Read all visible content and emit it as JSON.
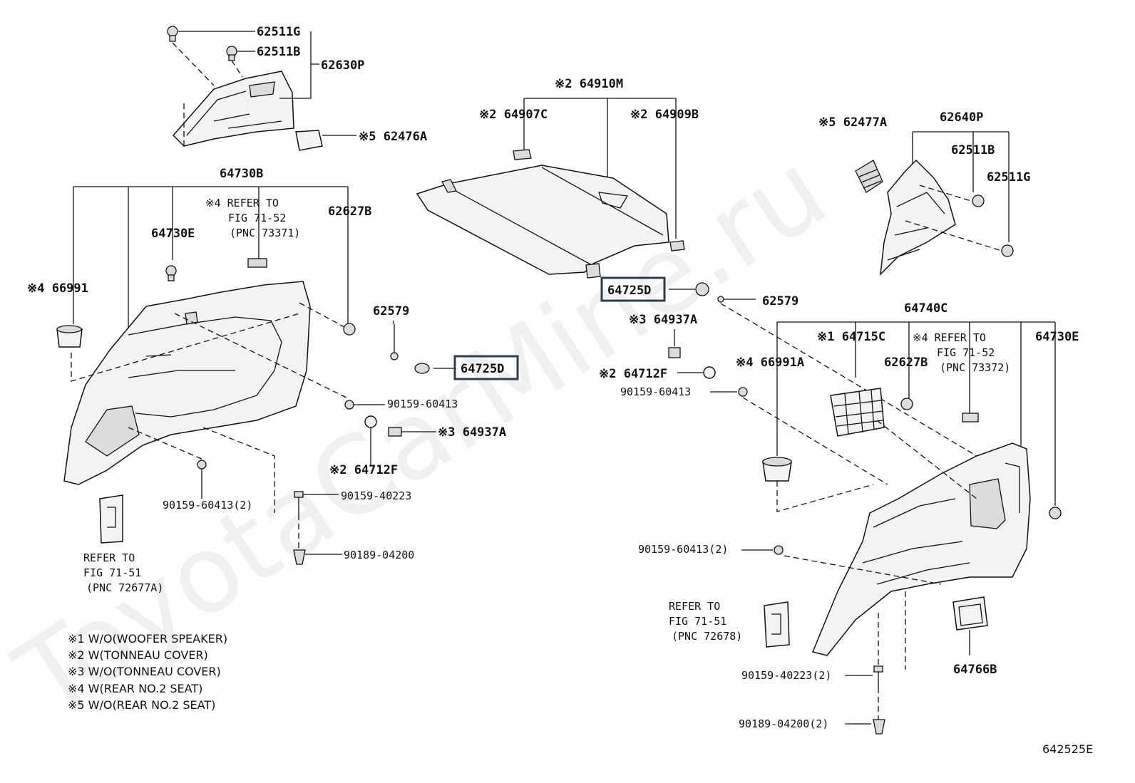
{
  "watermark": "ToyotaCarMine.ru",
  "diagram_code": "642525E",
  "labels": {
    "l_62511G_top": "62511G",
    "l_62511B_top": "62511B",
    "l_62630P": "62630P",
    "l_62476A": "※5 62476A",
    "l_64730B": "64730B",
    "l_ref_top_1": "※4 REFER TO",
    "l_ref_top_2": "FIG 71-52",
    "l_ref_top_3": "(PNC 73371)",
    "l_62627B_left": "62627B",
    "l_64730E_left": "64730E",
    "l_66991": "※4 66991",
    "l_62579_left": "62579",
    "l_64725D_left": "64725D",
    "l_90159_60413_a": "90159-60413",
    "l_64937A_left": "※3 64937A",
    "l_64712F_left": "※2 64712F",
    "l_90159_60413_2_left": "90159-60413(2)",
    "l_90159_40223": "90159-40223",
    "l_90189_04200": "90189-04200",
    "l_ref_left_1": "REFER TO",
    "l_ref_left_2": "FIG 71-51",
    "l_ref_left_3": "(PNC 72677A)",
    "l_64910M": "※2 64910M",
    "l_64907C": "※2 64907C",
    "l_64909B": "※2 64909B",
    "l_64725D_mid": "64725D",
    "l_62579_mid": "62579",
    "l_64937A_mid": "※3 64937A",
    "l_64712F_mid": "※2 64712F",
    "l_90159_60413_mid": "90159-60413",
    "l_62477A": "※5 62477A",
    "l_62640P": "62640P",
    "l_62511B_right": "62511B",
    "l_62511G_right": "62511G",
    "l_64740C": "64740C",
    "l_64715C": "※1 64715C",
    "l_ref_right_1": "※4 REFER TO",
    "l_ref_right_2": "FIG 71-52",
    "l_ref_right_3": "(PNC 73372)",
    "l_64730E_right": "64730E",
    "l_66991A": "※4 66991A",
    "l_62627B_right": "62627B",
    "l_90159_60413_2_right": "90159-60413(2)",
    "l_ref_br_1": "REFER TO",
    "l_ref_br_2": "FIG 71-51",
    "l_ref_br_3": "(PNC 72678)",
    "l_64766B": "64766B",
    "l_90159_40223_2": "90159-40223(2)",
    "l_90189_04200_2": "90189-04200(2)"
  },
  "notes": [
    "※1  W/O(WOOFER SPEAKER)",
    "※2  W(TONNEAU COVER)",
    "※3  W/O(TONNEAU COVER)",
    "※4  W(REAR NO.2 SEAT)",
    "※5  W/O(REAR NO.2 SEAT)"
  ],
  "highlighted_parts": [
    "64725D"
  ]
}
